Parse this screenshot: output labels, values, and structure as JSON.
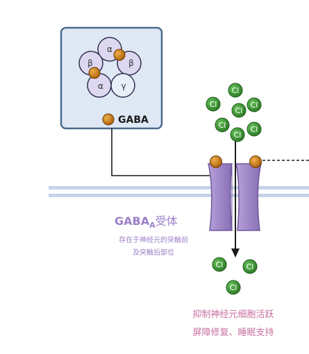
{
  "subunits": {
    "alpha_top": "α",
    "beta_left": "β",
    "beta_right": "β",
    "alpha_bottom": "α",
    "gamma": "γ"
  },
  "legend": {
    "label": "GABA"
  },
  "receptor": {
    "title_main": "GABA",
    "title_sub": "A",
    "title_suffix": "受体",
    "desc_line1": "存在于神经元的突触前",
    "desc_line2": "及突触后部位"
  },
  "effect": {
    "line1": "抑制神经元细胞活跃",
    "line2": "屏障修复、睡眠支持"
  },
  "ion_label": "Cl",
  "colors": {
    "receptor_purple": "#9b82c2",
    "receptor_dark": "#6f579a",
    "text_purple": "#9a7fc8",
    "effect_pink": "#c870a0",
    "ion_green": "#3f9a36",
    "gaba_orange": "#c97a1a",
    "box_fill": "#dfe9f6",
    "box_border": "#4a6b8c",
    "membrane": "#c6d2e8"
  }
}
